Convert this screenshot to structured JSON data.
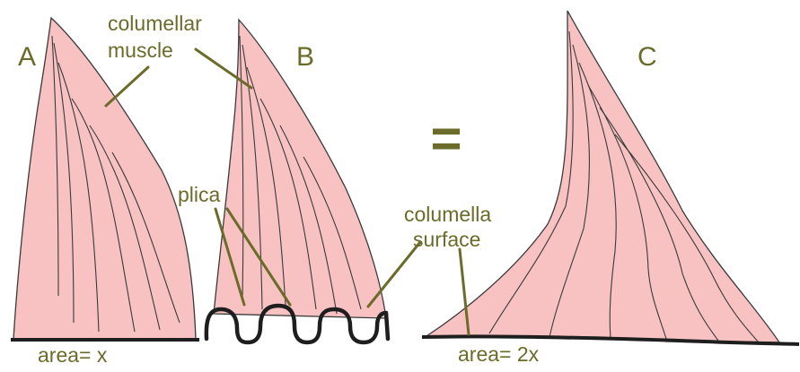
{
  "colors": {
    "muscle_fill": "#f8c2c2",
    "muscle_stroke": "#3a3a3a",
    "text": "#6b6b2a",
    "leader": "#6b6b2a",
    "surface": "#1e1e1e"
  },
  "panels": {
    "a": "A",
    "b": "B",
    "c": "C"
  },
  "labels": {
    "columellar_muscle_line1": "columellar",
    "columellar_muscle_line2": "muscle",
    "plica": "plica",
    "columella_surface_line1": "columella",
    "columella_surface_line2": "surface",
    "area_a": "area= x",
    "area_c": "area= 2x"
  },
  "equals_sign": "="
}
